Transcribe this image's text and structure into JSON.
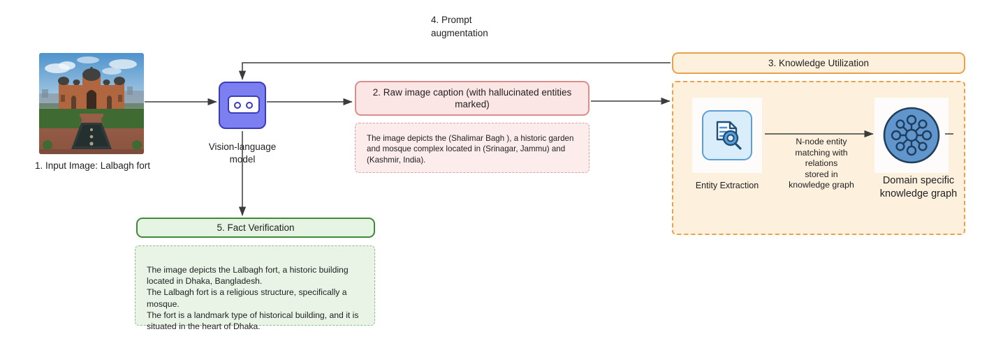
{
  "diagram": {
    "title": "Knowledge-augmented vision-language captioning pipeline",
    "colors": {
      "caption_border": "#d98d8d",
      "caption_fill": "#fbe5e5",
      "knowledge_border": "#e9a14b",
      "knowledge_fill": "#fdf0dc",
      "fact_border": "#3e8a3a",
      "fact_fill": "#e6f4e4",
      "vlm_fill": "#7b7ff0",
      "vlm_border": "#3b3bbd",
      "entity_icon_fill": "#d9edfb",
      "entity_icon_border": "#5b9fd6",
      "kg_circle_fill": "#6196cd",
      "kg_circle_border": "#1f3d5c",
      "arrow": "#3c3c3c"
    }
  },
  "input": {
    "label": "1. Input Image: Lalbagh fort",
    "image_alt": "Photograph of Lalbagh fort, a Mughal fort complex with a central gateway, domes and a water channel"
  },
  "model": {
    "label": "Vision-language\nmodel",
    "icon": "robot-face-icon"
  },
  "caption": {
    "header": "2. Raw image caption (with hallucinated entities marked)",
    "body": "The image depicts the (Shalimar Bagh ), a historic garden and mosque complex located in (Srinagar, Jammu) and (Kashmir, India)."
  },
  "knowledge": {
    "header": "3. Knowledge Utilization",
    "entity_extraction": {
      "label": "Entity Extraction",
      "icon": "document-search-icon"
    },
    "relation": {
      "label": "N-node entity\nmatching with\nrelations\nstored in\nknowledge graph"
    },
    "graph": {
      "label": "Domain specific\nknowledge graph",
      "icon": "knowledge-graph-icon"
    }
  },
  "prompt_augmentation": {
    "label": "4. Prompt\naugmentation"
  },
  "fact_verification": {
    "header": "5. Fact Verification",
    "body": "The image depicts the Lalbagh fort, a historic building located in Dhaka, Bangladesh.\nThe Lalbagh fort is a religious structure, specifically a mosque.\nThe fort is a landmark type of historical building, and it is situated in the heart of Dhaka."
  }
}
